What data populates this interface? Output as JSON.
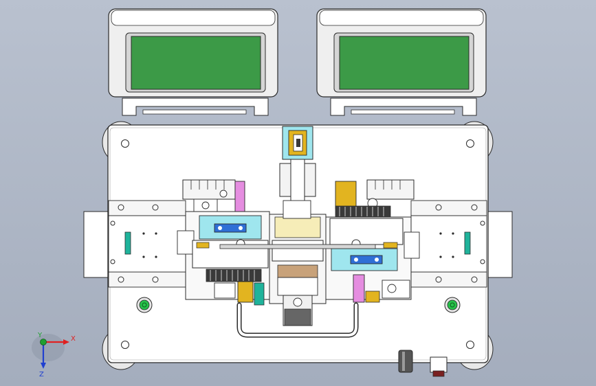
{
  "triad": {
    "x_label": "X",
    "y_label": "Y",
    "z_label": "Z"
  },
  "colors": {
    "background": "#aab2c2",
    "plate": "#ffffff",
    "outline": "#2a2a2a",
    "screen_bezel": "#d8d8d8",
    "screen_glass": "#3c9a47",
    "cyan_part": "#9fe6ee",
    "magenta_part": "#e58de0",
    "yellow_part": "#e2b420",
    "gear_dark": "#3a3a3a",
    "blue_slot": "#2f6fd6",
    "green_button": "#27c24a",
    "teal_slot": "#1fb39b",
    "triad_x": "#e02020",
    "triad_y": "#20a030",
    "triad_z": "#2040d0"
  },
  "icons": {
    "triad": "xyz-axis-triad-icon",
    "left_button": "green-button-icon",
    "right_button": "green-button-icon",
    "connector": "connector-icon"
  }
}
